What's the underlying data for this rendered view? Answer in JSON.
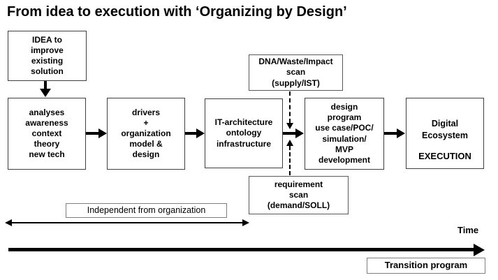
{
  "title": "From idea to execution with ‘Organizing by Design’",
  "flow": {
    "idea_box": "IDEA to\nimprove\nexisting\nsolution",
    "analyses_box": "analyses\nawareness\ncontext\ntheory\nnew tech",
    "drivers_box": "drivers\n+\norganization\nmodel &\ndesign",
    "architecture_box": "IT-architecture\nontology\ninfrastructure",
    "design_program_box": "design\nprogram\nuse case/POC/\nsimulation/\nMVP\ndevelopment",
    "digital_box_main": "Digital\nEcosystem",
    "digital_box_footer": "EXECUTION"
  },
  "scans": {
    "dna_box": "DNA/Waste/Impact\nscan\n(supply/IST)",
    "requirement_box": "requirement\nscan\n(demand/SOLL)"
  },
  "annotations": {
    "independent_label": "Independent from organization",
    "time_label": "Time",
    "transition_label": "Transition program"
  },
  "colors": {
    "foreground": "#000000",
    "box_border": "#3f3f3f",
    "label_box_border": "#7f7f7f",
    "background": "#ffffff"
  }
}
